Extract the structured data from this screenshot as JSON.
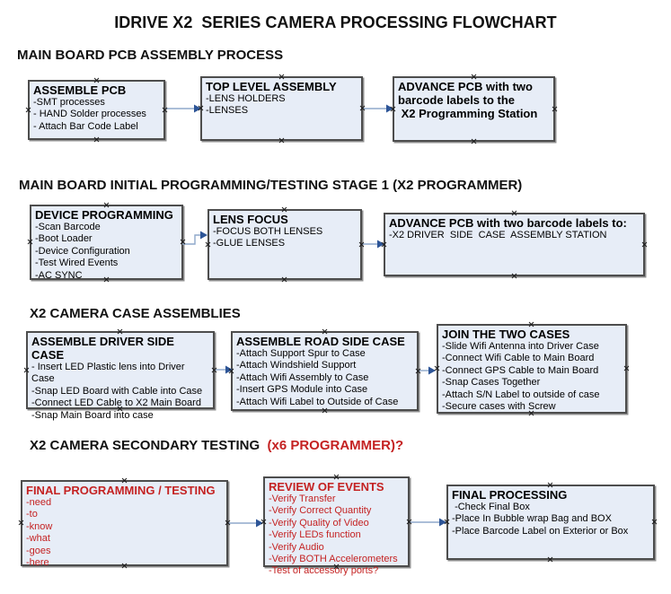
{
  "title": "IDRIVE X2  SERIES CAMERA PROCESSING FLOWCHART",
  "colors": {
    "background": "#ffffff",
    "box_fill": "#e7edf7",
    "box_border": "#4d4d4d",
    "red_text": "#c42222",
    "arrow_line": "#8fa9cb",
    "arrow_head": "#2d5597"
  },
  "sections": [
    {
      "heading": "MAIN BOARD PCB ASSEMBLY PROCESS"
    },
    {
      "heading": "MAIN BOARD INITIAL PROGRAMMING/TESTING STAGE 1 (X2 PROGRAMMER)"
    },
    {
      "heading": "X2 CAMERA CASE ASSEMBLIES"
    },
    {
      "heading_black": "X2 CAMERA SECONDARY TESTING  ",
      "heading_red": "(x6 PROGRAMMER)?"
    }
  ],
  "boxes": {
    "assemble_pcb": {
      "title": "ASSEMBLE PCB",
      "items": [
        "-SMT processes",
        "- HAND Solder processes",
        "- Attach Bar Code Label"
      ]
    },
    "top_level_assembly": {
      "title": "TOP LEVEL ASSEMBLY",
      "items": [
        "-LENS HOLDERS",
        "-LENSES"
      ]
    },
    "advance_pcb_1": {
      "title": "ADVANCE PCB with two\nbarcode labels to the\n X2 Programming Station",
      "items": []
    },
    "device_programming": {
      "title": "DEVICE PROGRAMMING",
      "items": [
        "-Scan Barcode",
        "-Boot Loader",
        "-Device Configuration",
        "-Test Wired Events",
        "-AC SYNC"
      ]
    },
    "lens_focus": {
      "title": "LENS FOCUS",
      "items": [
        "-FOCUS BOTH LENSES",
        "-GLUE LENSES"
      ]
    },
    "advance_pcb_2": {
      "title": "ADVANCE PCB with two barcode labels to:",
      "items": [
        "-X2 DRIVER  SIDE  CASE  ASSEMBLY STATION"
      ]
    },
    "assemble_driver_side_case": {
      "title": "ASSEMBLE DRIVER SIDE CASE",
      "items": [
        "- Insert LED Plastic lens into Driver Case",
        "-Snap LED Board with Cable into Case",
        "-Connect LED Cable to X2 Main Board",
        "-Snap Main Board into case"
      ]
    },
    "assemble_road_side_case": {
      "title": "ASSEMBLE ROAD SIDE CASE",
      "items": [
        "-Attach Support Spur to Case",
        "-Attach Windshield Support",
        "-Attach Wifi Assembly to Case",
        "-Insert GPS Module into Case",
        "-Attach Wifi Label to Outside of Case"
      ]
    },
    "join_the_two_cases": {
      "title": "JOIN THE TWO CASES",
      "items": [
        "-Slide Wifi Antenna into Driver Case",
        "-Connect Wifi Cable to Main Board",
        "-Connect GPS Cable to Main Board",
        "-Snap Cases Together",
        "-Attach S/N Label to outside of case",
        "-Secure cases with Screw"
      ]
    },
    "final_programming_testing": {
      "title": "FINAL PROGRAMMING / TESTING",
      "items": [
        "-need",
        "-to",
        "-know",
        "-what",
        "-goes",
        "-here"
      ]
    },
    "review_of_events": {
      "title": "REVIEW OF EVENTS",
      "items": [
        "-Verify Transfer",
        "-Verify Correct Quantity",
        "-Verify Quality of Video",
        "-Verify LEDs function",
        "-Verify Audio",
        "-Verify BOTH Accelerometers",
        "-Test of accessory ports?"
      ]
    },
    "final_processing": {
      "title": "FINAL PROCESSING",
      "items": [
        " -Check Final Box",
        "-Place In Bubble wrap Bag and BOX",
        "-Place Barcode Label on Exterior or Box"
      ]
    }
  }
}
